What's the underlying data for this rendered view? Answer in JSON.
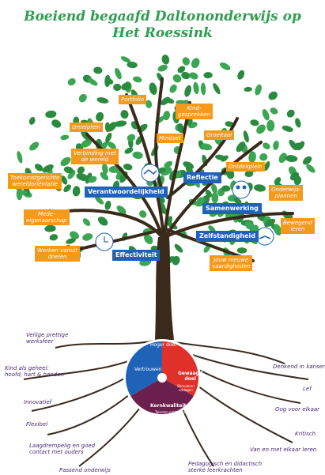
{
  "title": {
    "line1": "Boeiend begaafd Daltononderwijs op",
    "line2": "Het Roessink"
  },
  "orange_tags": [
    {
      "id": "portfolio",
      "text": "Portfolio"
    },
    {
      "id": "kindgesprekken",
      "text": "Kind-\ngesprekken"
    },
    {
      "id": "groeiplein",
      "text": "Groeiplein"
    },
    {
      "id": "mindset",
      "text": "Mindset"
    },
    {
      "id": "groeitaal",
      "text": "Groeitaal"
    },
    {
      "id": "verbinding",
      "text": "Verbinding met\nde wereld"
    },
    {
      "id": "ontdekplein",
      "text": "Ontdekplein"
    },
    {
      "id": "toekomst",
      "text": "Toekomstgerichte\nwereldoriëntatie"
    },
    {
      "id": "onderwijsplannen",
      "text": "Onderwijs-\nplannen"
    },
    {
      "id": "mede",
      "text": "Mede-\neigenaarschap"
    },
    {
      "id": "bewegend",
      "text": "Bewegend\nleren"
    },
    {
      "id": "werken",
      "text": "Werken vanuit\ndoelen"
    },
    {
      "id": "nieuwe",
      "text": "Jouw nieuwe\nvaardigheden"
    }
  ],
  "blue_tags": [
    {
      "id": "verantwoordelijkheid",
      "text": "Verantwoordelijkheid"
    },
    {
      "id": "reflectie",
      "text": "Reflectie"
    },
    {
      "id": "samenwerking",
      "text": "Samenwerking"
    },
    {
      "id": "zelfstandigheid",
      "text": "Zelfstandigheid"
    },
    {
      "id": "effectiviteit",
      "text": "Effectiviteit"
    }
  ],
  "roots_left": [
    "Veilige prettige\nwerksfeer",
    "Kind als geheel:\nhoofd, hart & handen",
    "Innovatief",
    "Flexibel",
    "Laagdrempelig en goed\ncontact met ouders",
    "Passend onderwijs"
  ],
  "roots_right": [
    "Denkend in kansen",
    "Lef",
    "Oog voor elkaar",
    "Kritisch",
    "Van en met elkaar leren",
    "Pedagogisch en didactisch\nsterke leerkrachten"
  ],
  "circle": {
    "top": "Hoger doel",
    "left": "Vertrouwen",
    "right": "Gewaagd\ndoel",
    "right_sub": "Stimuleren\nuitdagen",
    "bottom": "Kernkwaliteiten",
    "bottom_sub": "Talenten ontdekken\nen benutten"
  },
  "colors": {
    "title": "#2e9e4f",
    "leaf": "#3aa552",
    "leaf_dark": "#2a8a3f",
    "trunk": "#3a2a1c",
    "orange": "#f39a1c",
    "blue": "#1f63b8",
    "root_text": "#4a2a73",
    "circle_red": "#e0302a",
    "circle_blue": "#1f63b8",
    "circle_purple": "#6a1f4d"
  },
  "icons": [
    "handshake-icon",
    "people-icon",
    "clock-icon",
    "book-reader-icon"
  ]
}
